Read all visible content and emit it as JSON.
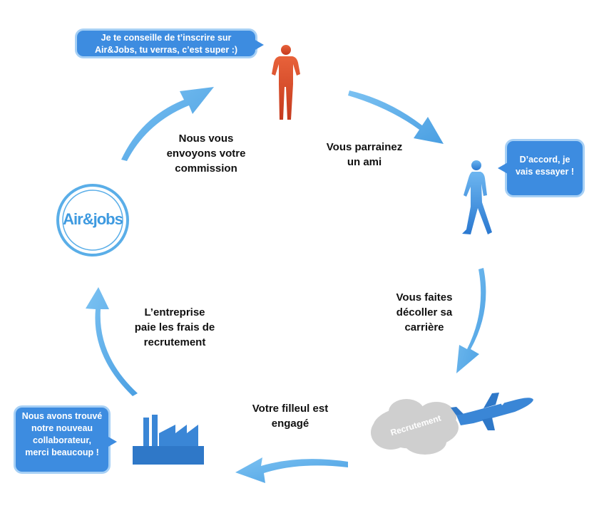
{
  "steps": {
    "referral": "Vous parrainez un ami",
    "career": "Vous faites décoller sa carrière",
    "hired": "Votre filleul est engagé",
    "fees": "L’entreprise paie les frais de recrutement",
    "commission": "Nous vous envoyons votre commission"
  },
  "bubbles": {
    "referrer": "Je te conseille de t’inscrire sur Air&Jobs, tu verras, c’est super :)",
    "friend": "D’accord, je vais essayer !",
    "company": "Nous avons trouvé notre nouveau collaborateur, merci beaucoup !"
  },
  "logo": {
    "text": "Air&jobs"
  },
  "cloud": {
    "label": "Recrutement"
  },
  "plane": {
    "mark": "✓"
  },
  "colors": {
    "arrow": "#5aaee8",
    "bubble": "#3d8ce0",
    "referrer": "#d94a2c",
    "friend": "#2f7fd6",
    "factory": "#3a86d6",
    "logo": "#5aaee8",
    "cloud": "#cfcfcf"
  }
}
